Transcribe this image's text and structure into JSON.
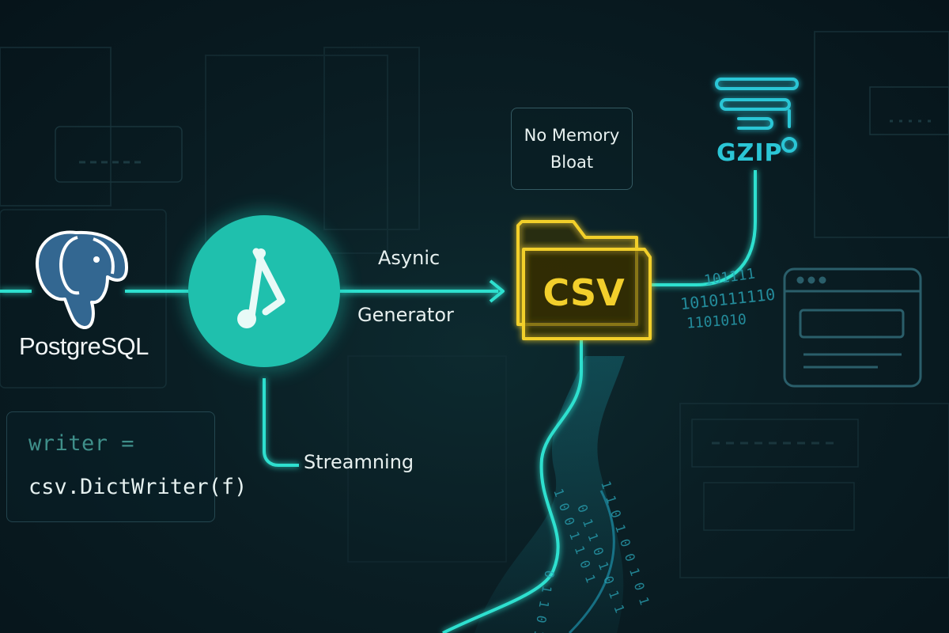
{
  "nodes": {
    "postgres_label": "PostgreSQL",
    "csv_label": "CSV",
    "gzip_label": "GZIP"
  },
  "edges": {
    "async_label_line1": "Asynic",
    "async_label_line2": "Generator",
    "stream_label": "Streamning"
  },
  "note": {
    "line1": "No Memory",
    "line2": "Bloat"
  },
  "code": {
    "line1": "writer =",
    "line2": "csv.DictWriter(f)"
  },
  "binary": {
    "row1": "101111",
    "row2": "1010111110",
    "row3": "1101010"
  },
  "colors": {
    "flow_line": "#2fe0cf",
    "csv_accent": "#f2cf2c",
    "gzip_accent": "#2bc6d6",
    "python_node": "#1fc0ad"
  }
}
